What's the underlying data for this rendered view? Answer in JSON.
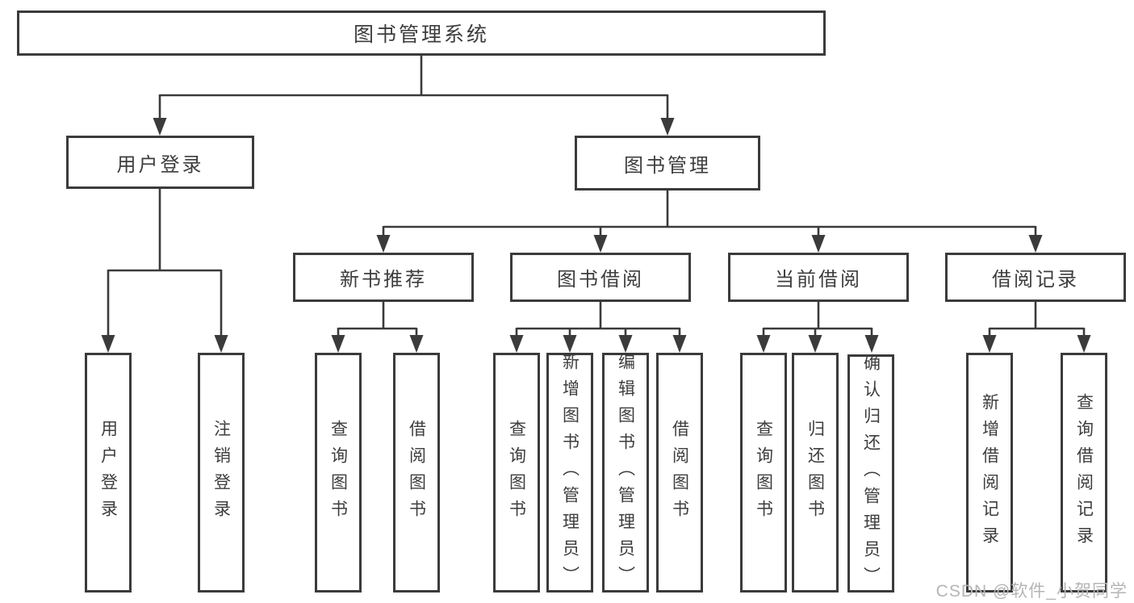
{
  "diagram": {
    "title": "图书管理系统",
    "tree": {
      "root": {
        "label": "图书管理系统"
      },
      "level2": [
        {
          "label": "用户登录",
          "children": [
            {
              "label": "用户登录"
            },
            {
              "label": "注销登录"
            }
          ]
        },
        {
          "label": "图书管理",
          "children": [
            {
              "label": "新书推荐",
              "children": [
                {
                  "label": "查询图书"
                },
                {
                  "label": "借阅图书"
                }
              ]
            },
            {
              "label": "图书借阅",
              "children": [
                {
                  "label": "查询图书"
                },
                {
                  "label": "新增图书（管理员）"
                },
                {
                  "label": "编辑图书（管理员）"
                },
                {
                  "label": "借阅图书"
                }
              ]
            },
            {
              "label": "当前借阅",
              "children": [
                {
                  "label": "查询图书"
                },
                {
                  "label": "归还图书"
                },
                {
                  "label": "确认归还（管理员）"
                }
              ]
            },
            {
              "label": "借阅记录",
              "children": [
                {
                  "label": "新增借阅记录"
                },
                {
                  "label": "查询借阅记录"
                }
              ]
            }
          ]
        }
      ]
    },
    "colors": {
      "line": "#3b3b3b",
      "text": "#3d3d3d",
      "background": "#ffffff",
      "watermark_text": "#b5b5b5"
    }
  },
  "watermark": {
    "text": "CSDN @软件_小贺同学"
  }
}
